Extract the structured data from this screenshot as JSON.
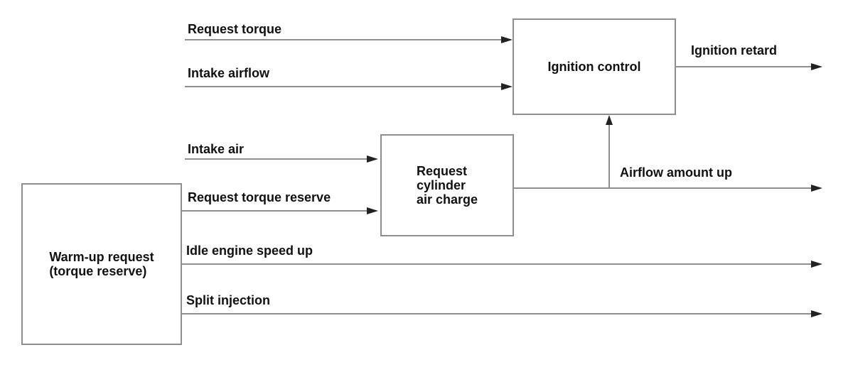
{
  "boxes": {
    "warm_up": {
      "line1": "Warm-up request",
      "line2": "(torque reserve)"
    },
    "request_cylinder": {
      "line1": "Request",
      "line2": "cylinder",
      "line3": "air charge"
    },
    "ignition": {
      "label": "Ignition control"
    }
  },
  "flows": {
    "request_torque": {
      "label": "Request torque"
    },
    "intake_airflow": {
      "label": "Intake airflow"
    },
    "intake_air": {
      "label": "Intake air"
    },
    "request_torque_reserve": {
      "label": "Request torque reserve"
    },
    "ignition_retard": {
      "label": "Ignition retard"
    },
    "airflow_amount_up": {
      "label": "Airflow amount up"
    },
    "idle_engine_speed_up": {
      "label": "Idle engine speed up"
    },
    "split_injection": {
      "label": "Split injection"
    }
  },
  "colors": {
    "background": "#ffffff",
    "line": "#8e8e8e",
    "box_border": "#8e8e8e",
    "arrowhead": "#222222",
    "text": "#111111"
  }
}
